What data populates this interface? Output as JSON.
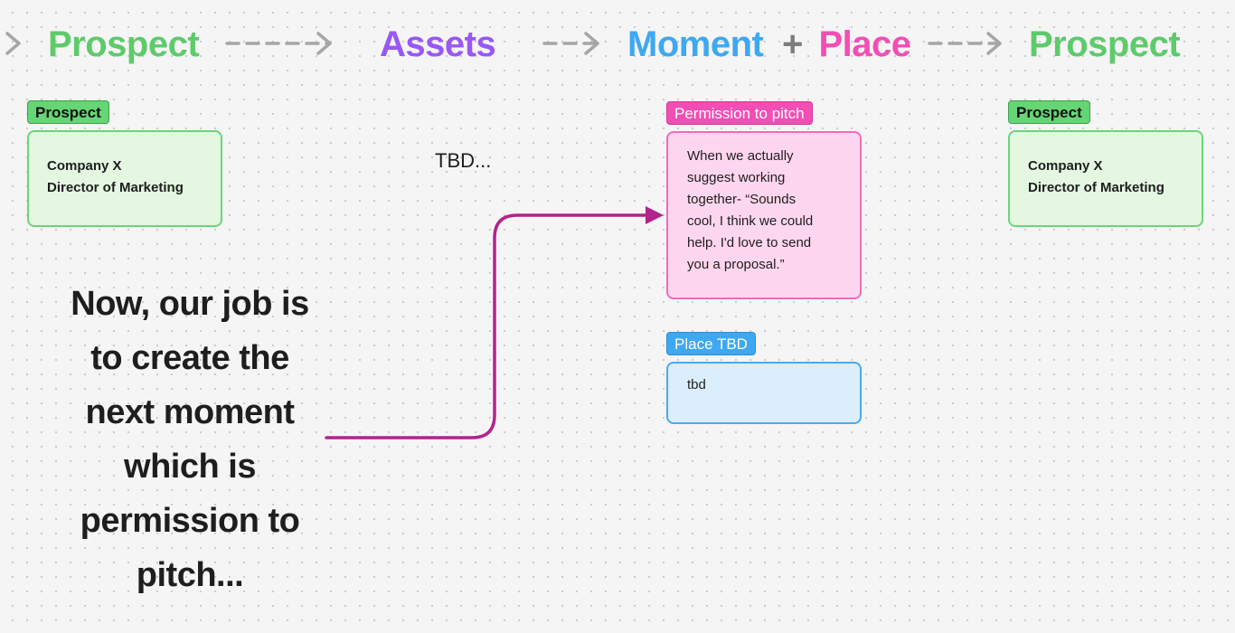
{
  "header": {
    "stage_1": "Prospect",
    "stage_2": "Assets",
    "stage_3_part_1": "Moment",
    "stage_3_plus": "+",
    "stage_3_part_2": "Place",
    "stage_4": "Prospect"
  },
  "colors": {
    "prospect": "#5ecb6b",
    "assets": "#9957f5",
    "moment": "#3ea8f2",
    "place": "#f24eb4",
    "plus": "#7d7d7d",
    "arrow_dashed": "#a6a6a6",
    "connector": "#b3238c"
  },
  "columns": {
    "prospect_left": {
      "tag": "Prospect",
      "lines": [
        "Company X",
        "Director of Marketing"
      ]
    },
    "assets": {
      "text": "TBD..."
    },
    "moment": {
      "tag": "Permission to pitch",
      "lines": [
        "When we actually",
        "suggest working",
        "together- “Sounds",
        "cool, I think we could",
        "help. I'd love to send",
        "you a proposal.”"
      ]
    },
    "place": {
      "tag": "Place TBD",
      "lines": [
        "tbd"
      ]
    },
    "prospect_right": {
      "tag": "Prospect",
      "lines": [
        "Company X",
        "Director of Marketing"
      ]
    }
  },
  "callout": {
    "lines": [
      "Now, our job is",
      "to create the",
      "next moment",
      "which is",
      "permission to",
      "pitch..."
    ]
  }
}
